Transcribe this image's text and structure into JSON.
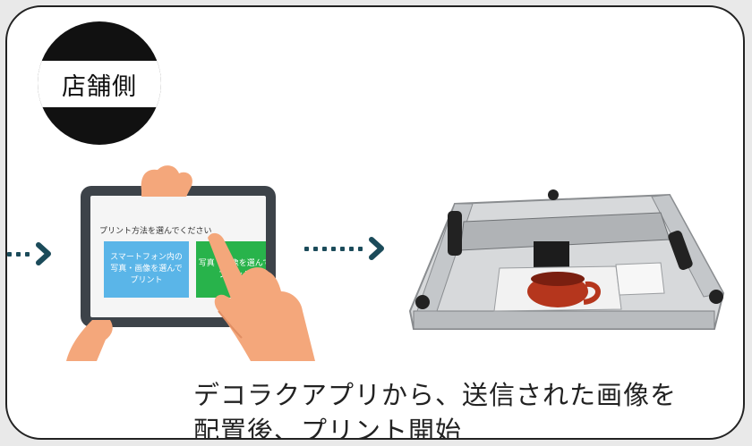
{
  "badge": {
    "label": "店舗側"
  },
  "tablet": {
    "screen_title": "プリント方法を選んでください",
    "option_blue": "スマートフォン内の\n写真・画像を選んで\nプリント",
    "option_green": "写真・画像を選んで\nプリント"
  },
  "caption": {
    "line1": "デコラクアプリから、送信された画像を",
    "line2": "配置後、プリント開始"
  },
  "colors": {
    "arrow": "#1b4b5a",
    "button_blue": "#5ab5e8",
    "button_green": "#28b34b",
    "hand": "#f4a77b"
  }
}
